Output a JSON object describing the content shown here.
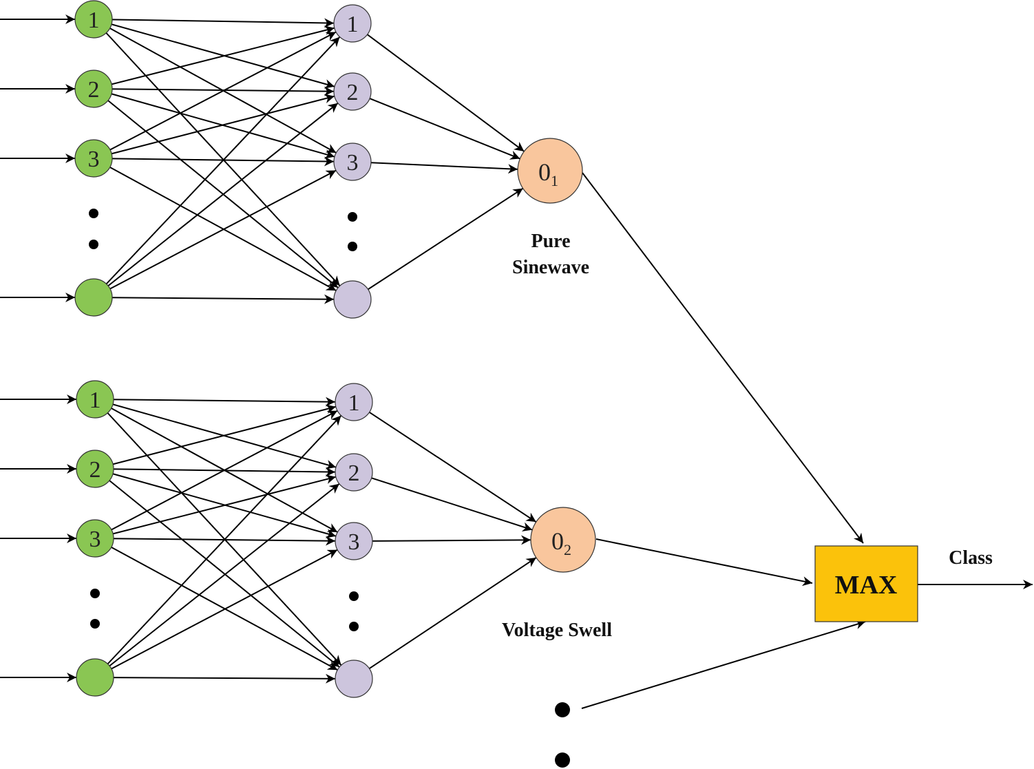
{
  "colors": {
    "input_node": "#8ac653",
    "hidden_node": "#cdc5dd",
    "output_node": "#f9c69d",
    "max_box": "#fbc20b",
    "edge": "#000000"
  },
  "networks": [
    {
      "input_labels": [
        "1",
        "2",
        "3",
        ""
      ],
      "hidden_labels": [
        "1",
        "2",
        "3",
        ""
      ],
      "output": {
        "main": "0",
        "sub": "1"
      },
      "caption_lines": [
        "Pure",
        "Sinewave"
      ]
    },
    {
      "input_labels": [
        "1",
        "2",
        "3",
        ""
      ],
      "hidden_labels": [
        "1",
        "2",
        "3",
        ""
      ],
      "output": {
        "main": "0",
        "sub": "2"
      },
      "caption_lines": [
        "Voltage Swell"
      ]
    }
  ],
  "max_box": {
    "label": "MAX"
  },
  "output_label": "Class"
}
